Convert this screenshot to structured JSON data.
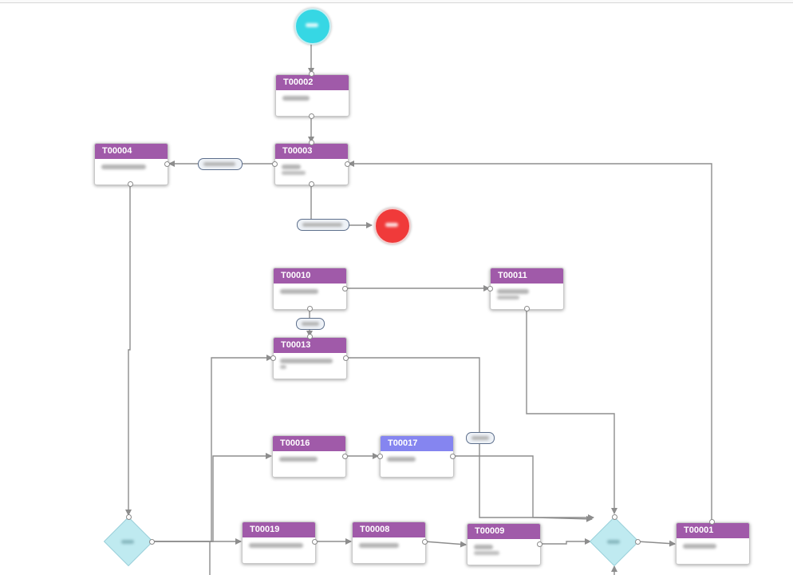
{
  "colors": {
    "task_header": "#a05aa9",
    "task_header_active": "#8585f0",
    "start_node": "#36d7e4",
    "end_node": "#f03a3a",
    "gateway": "#bfeaf0",
    "edge": "#8d8d8d",
    "edge_label_border": "#5d6f8c"
  },
  "nodes": {
    "start": {
      "type": "start-event"
    },
    "end": {
      "type": "end-event"
    },
    "gateway_left": {
      "type": "gateway"
    },
    "gateway_right": {
      "type": "gateway"
    }
  },
  "tasks": {
    "T00002": {
      "id": "T00002",
      "header_color": "#a05aa9"
    },
    "T00003": {
      "id": "T00003",
      "header_color": "#a05aa9"
    },
    "T00004": {
      "id": "T00004",
      "header_color": "#a05aa9"
    },
    "T00010": {
      "id": "T00010",
      "header_color": "#a05aa9"
    },
    "T00011": {
      "id": "T00011",
      "header_color": "#a05aa9"
    },
    "T00013": {
      "id": "T00013",
      "header_color": "#a05aa9"
    },
    "T00016": {
      "id": "T00016",
      "header_color": "#a05aa9"
    },
    "T00017": {
      "id": "T00017",
      "header_color": "#8585f0"
    },
    "T00019": {
      "id": "T00019",
      "header_color": "#a05aa9"
    },
    "T00008": {
      "id": "T00008",
      "header_color": "#a05aa9"
    },
    "T00009": {
      "id": "T00009",
      "header_color": "#a05aa9"
    },
    "T00001": {
      "id": "T00001",
      "header_color": "#a05aa9"
    }
  },
  "edges": [
    {
      "from": "start",
      "to": "T00002"
    },
    {
      "from": "T00002",
      "to": "T00003"
    },
    {
      "from": "T00003",
      "to": "T00004",
      "has_label": true
    },
    {
      "from": "T00003",
      "to": "end",
      "has_label": true
    },
    {
      "from": "T00001",
      "to": "T00003"
    },
    {
      "from": "T00004",
      "to": "gateway_left"
    },
    {
      "from": "T00010",
      "to": "T00011"
    },
    {
      "from": "T00010",
      "to": "T00013",
      "has_label": true
    },
    {
      "from": "T00011",
      "to": "gateway_right"
    },
    {
      "from": "T00013",
      "to": "gateway_right"
    },
    {
      "from": "gateway_left",
      "to": "T00013"
    },
    {
      "from": "gateway_left",
      "to": "T00016"
    },
    {
      "from": "gateway_left",
      "to": "T00019"
    },
    {
      "from": "T00016",
      "to": "T00017"
    },
    {
      "from": "T00017",
      "to": "gateway_right",
      "has_label": true
    },
    {
      "from": "T00019",
      "to": "T00008"
    },
    {
      "from": "T00008",
      "to": "T00009"
    },
    {
      "from": "T00009",
      "to": "gateway_right"
    },
    {
      "from": "gateway_right",
      "to": "T00001"
    }
  ]
}
